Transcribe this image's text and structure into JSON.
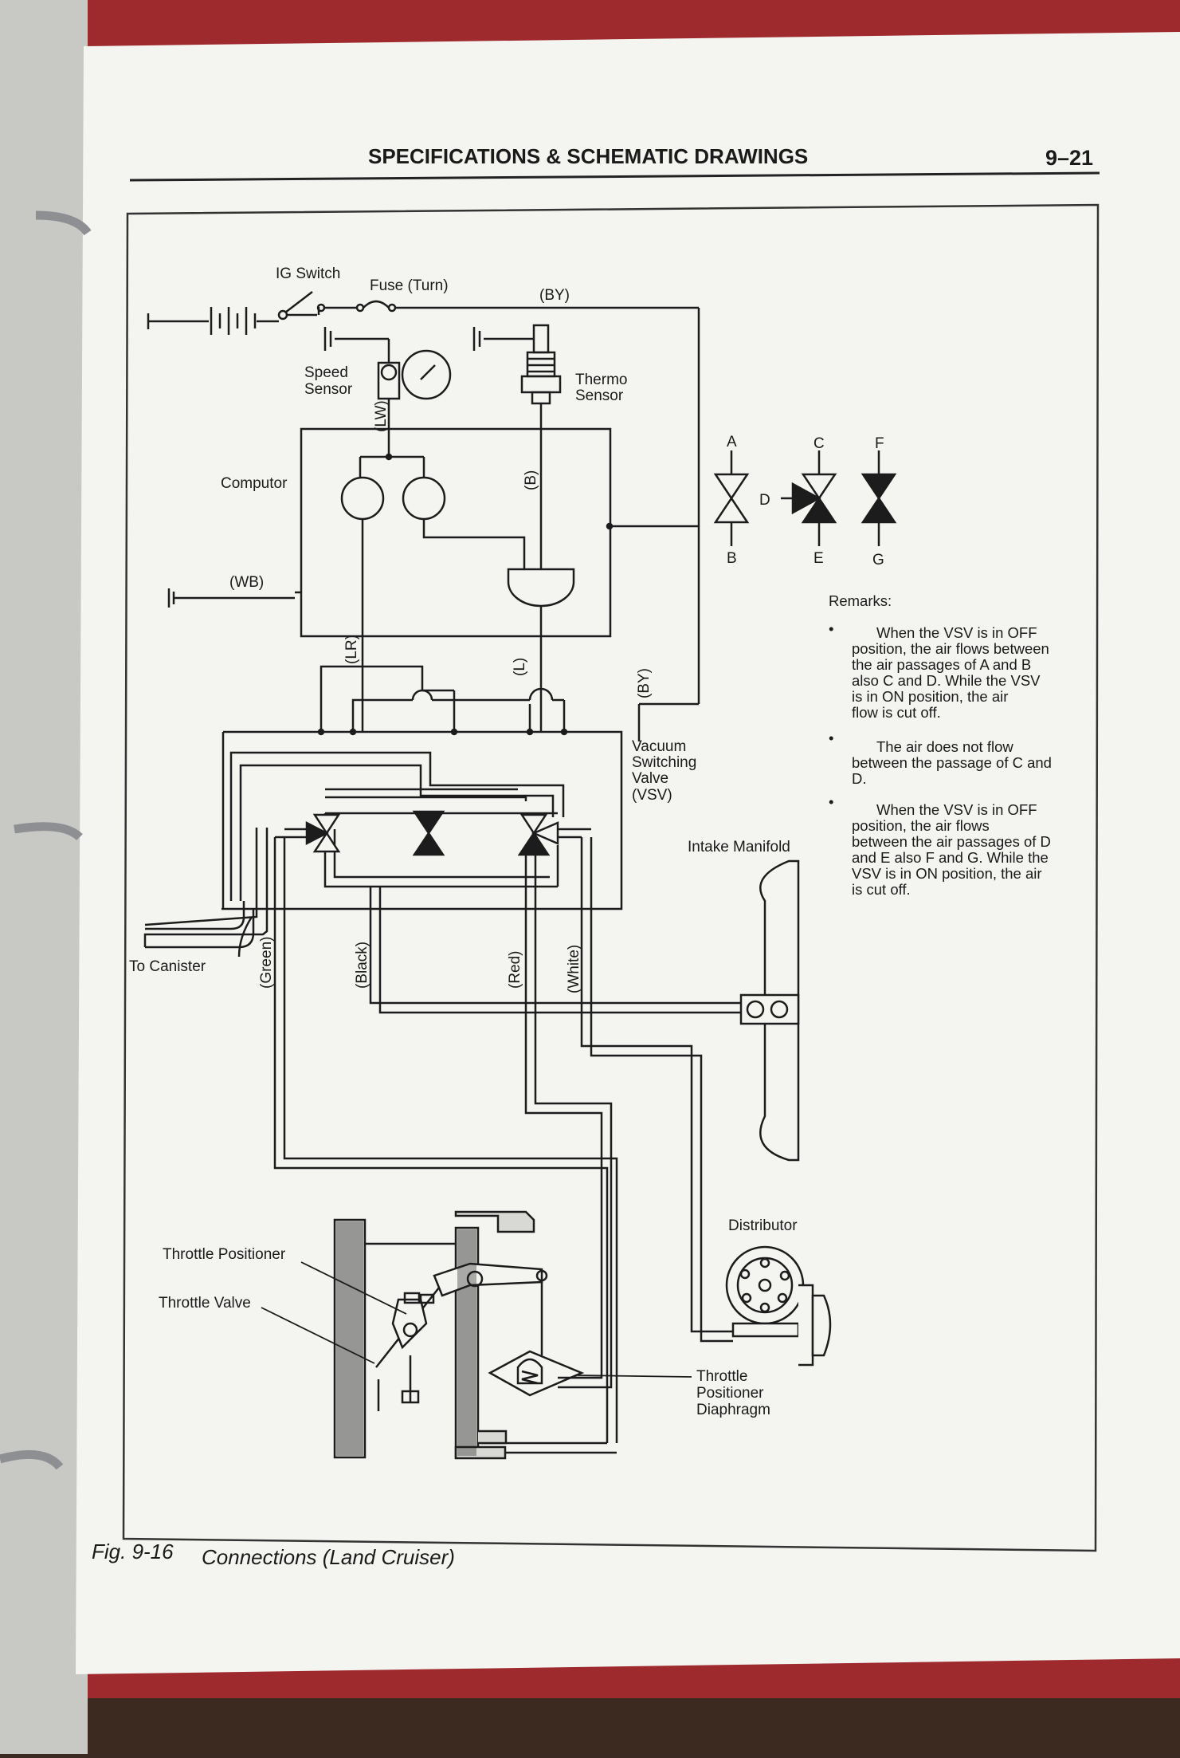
{
  "header": {
    "title": "SPECIFICATIONS & SCHEMATIC DRAWINGS",
    "page": "9–21"
  },
  "diagram": {
    "labels": {
      "ig_switch": "IG Switch",
      "fuse": "Fuse (Turn)",
      "by_top": "(BY)",
      "speed_sensor_1": "Speed",
      "speed_sensor_2": "Sensor",
      "thermo_sensor_1": "Thermo",
      "thermo_sensor_2": "Sensor",
      "lw": "(LW)",
      "computor": "Computor",
      "b": "(B)",
      "wb": "(WB)",
      "lr": "(LR)",
      "l": "(L)",
      "by_right": "(BY)",
      "vsv_1": "Vacuum",
      "vsv_2": "Switching",
      "vsv_3": "Valve",
      "vsv_4": "(VSV)",
      "intake_manifold": "Intake Manifold",
      "to_canister": "To Canister",
      "green": "(Green)",
      "black": "(Black)",
      "red": "(Red)",
      "white": "(White)",
      "distributor": "Distributor",
      "throttle_positioner": "Throttle Positioner",
      "throttle_valve": "Throttle Valve",
      "tp_diaphragm_1": "Throttle",
      "tp_diaphragm_2": "Positioner",
      "tp_diaphragm_3": "Diaphragm"
    },
    "valve_legend": {
      "a": "A",
      "b": "B",
      "c": "C",
      "d": "D",
      "e": "E",
      "f": "F",
      "g": "G"
    },
    "remarks": {
      "title": "Remarks:",
      "r1": [
        "When the VSV is in OFF",
        "position, the air flows between",
        "the air passages of A and B",
        "also C and D. While the VSV",
        "is in ON position, the air",
        "flow is cut off."
      ],
      "r2": [
        "The air does not flow",
        "between the passage of C and",
        "D."
      ],
      "r3": [
        "When the VSV is in OFF",
        "position, the air flows",
        "between the air passages of D",
        "and E also F and G. While the",
        "VSV is in ON position, the air",
        "is cut off."
      ]
    }
  },
  "caption": {
    "fig": "Fig. 9-16",
    "title": "Connections (Land Cruiser)"
  }
}
